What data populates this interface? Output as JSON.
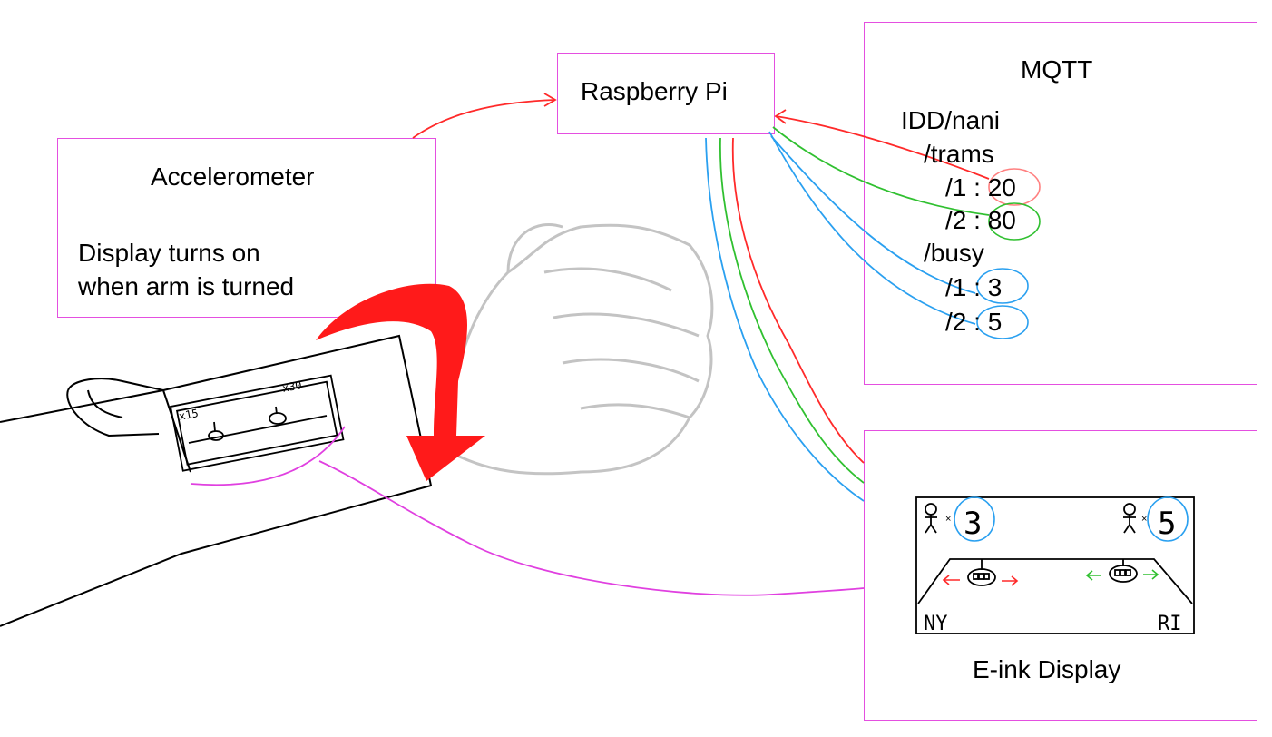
{
  "colors": {
    "box_border": "#e44fe0",
    "red": "#ff2a2a",
    "green": "#30c030",
    "blue": "#2aa0f0",
    "magenta": "#e040e0"
  },
  "raspberry_pi": {
    "title": "Raspberry Pi"
  },
  "accelerometer": {
    "title": "Accelerometer",
    "desc_line1": "Display turns on",
    "desc_line2": "when arm is turned"
  },
  "mqtt": {
    "title": "MQTT",
    "topic_root": "IDD/nani",
    "trams": "/trams",
    "trams_1": "/1 : 20",
    "trams_2": "/2 : 80",
    "busy": "/busy",
    "busy_1": "/1 : 3",
    "busy_2": "/2 : 5"
  },
  "eink": {
    "title": "E-ink Display",
    "left_station": "NY",
    "right_station": "RI",
    "left_count": "3",
    "right_count": "5"
  },
  "wrist_display": {
    "left": "x15",
    "right": "x30"
  }
}
